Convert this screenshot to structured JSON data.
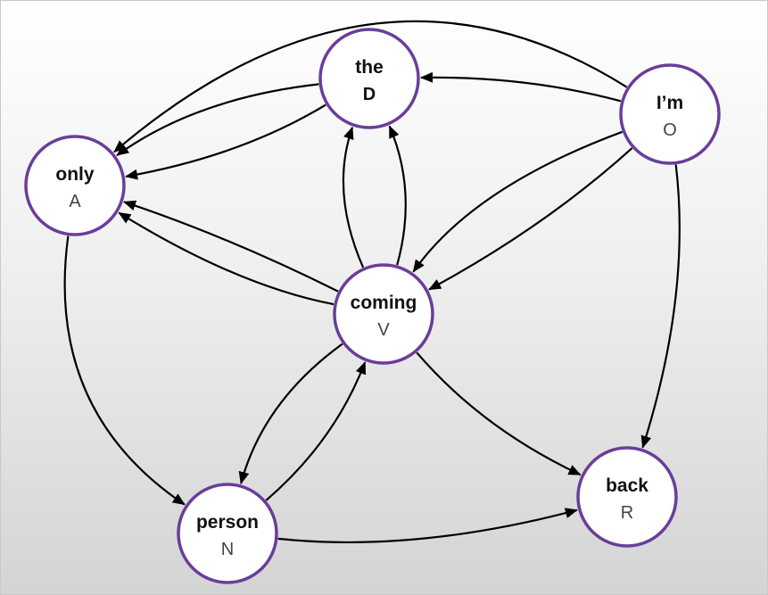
{
  "diagram": {
    "nodes": [
      {
        "id": "the",
        "word": "the",
        "tag": "D",
        "tag_bold": true
      },
      {
        "id": "im",
        "word": "I’m",
        "tag": "O",
        "tag_bold": false
      },
      {
        "id": "only",
        "word": "only",
        "tag": "A",
        "tag_bold": false
      },
      {
        "id": "coming",
        "word": "coming",
        "tag": "V",
        "tag_bold": false
      },
      {
        "id": "person",
        "word": "person",
        "tag": "N",
        "tag_bold": false
      },
      {
        "id": "back",
        "word": "back",
        "tag": "R",
        "tag_bold": false
      }
    ],
    "edges": [
      {
        "from": "im",
        "to": "only"
      },
      {
        "from": "im",
        "to": "the"
      },
      {
        "from": "im",
        "to": "coming"
      },
      {
        "from": "im",
        "to": "coming"
      },
      {
        "from": "im",
        "to": "back"
      },
      {
        "from": "the",
        "to": "only"
      },
      {
        "from": "the",
        "to": "only"
      },
      {
        "from": "coming",
        "to": "only"
      },
      {
        "from": "coming",
        "to": "only"
      },
      {
        "from": "coming",
        "to": "the"
      },
      {
        "from": "coming",
        "to": "the"
      },
      {
        "from": "coming",
        "to": "person"
      },
      {
        "from": "person",
        "to": "coming"
      },
      {
        "from": "coming",
        "to": "back"
      },
      {
        "from": "only",
        "to": "person"
      },
      {
        "from": "person",
        "to": "back"
      }
    ],
    "colors": {
      "node_border": "#6a3d9a",
      "node_fill": "#ffffff",
      "edge": "#000000"
    }
  }
}
